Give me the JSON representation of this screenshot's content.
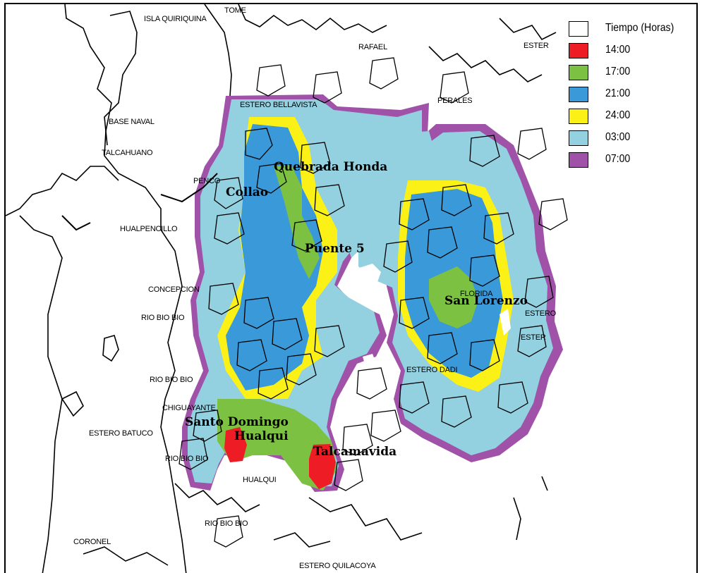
{
  "legend": {
    "items": [
      {
        "label": "Tiempo (Horas)",
        "color": "#ffffff"
      },
      {
        "label": "14:00",
        "color": "#ee1c24"
      },
      {
        "label": "17:00",
        "color": "#7cc142"
      },
      {
        "label": "21:00",
        "color": "#3a9ad9"
      },
      {
        "label": "24:00",
        "color": "#fbf116"
      },
      {
        "label": "03:00",
        "color": "#93d0e0"
      },
      {
        "label": "07:00",
        "color": "#a052a8"
      }
    ]
  },
  "places": {
    "tome": "TOME",
    "isla_quiriquina": "ISLA QUIRIQUINA",
    "rafael": "RAFAEL",
    "estero_top": "ESTER",
    "estero_bellavista": "ESTERO BELLAVISTA",
    "penco_left": "PERALES",
    "base_naval": "BASE NAVAL",
    "talcahuano": "TALCAHUANO",
    "penco": "PENCO",
    "hualpencillo": "HUALPENCILLO",
    "concepcion": "CONCEPCION",
    "rio_bio_bio_1": "RIO BIO BIO",
    "rio_bio_bio_2": "RIO BIO BIO",
    "chiguayante": "CHIGUAYANTE",
    "estero_batuco": "ESTERO BATUCO",
    "rio_bio_bio_3": "RIO BIO BIO",
    "hualqui": "HUALQUI",
    "florida": "FLORIDA",
    "estero_dadi": "ESTERO DADI",
    "estero_right": "ESTER",
    "estero_right2": "ESTERO",
    "coronel": "CORONEL",
    "rio_bio_bio_4": "RIO BIO BIO",
    "estero_quilacoya": "ESTERO QUILACOYA"
  },
  "sectors": {
    "quebrada_honda": "Quebrada Honda",
    "collao": "Collao",
    "puente5": "Puente 5",
    "san_lorenzo": "San Lorenzo",
    "santo_domingo": "Santo Domingo",
    "hualqui": "Hualqui",
    "talcamavida": "Talcamavida"
  }
}
